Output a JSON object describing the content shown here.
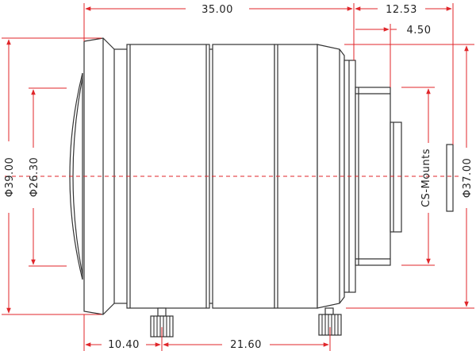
{
  "dimensions": {
    "overall_length": "35.00",
    "mount_length": "12.53",
    "flange_depth": "4.50",
    "front_diameter": "Φ39.00",
    "rear_diameter": "Φ37.00",
    "lens_diameter": "Φ26.30",
    "screw_offset": "10.40",
    "screw_spacing": "21.60"
  },
  "labels": {
    "mount_type": "CS-Mounts"
  },
  "colors": {
    "dimension_lines": "#e0262a",
    "outline": "#333333"
  }
}
